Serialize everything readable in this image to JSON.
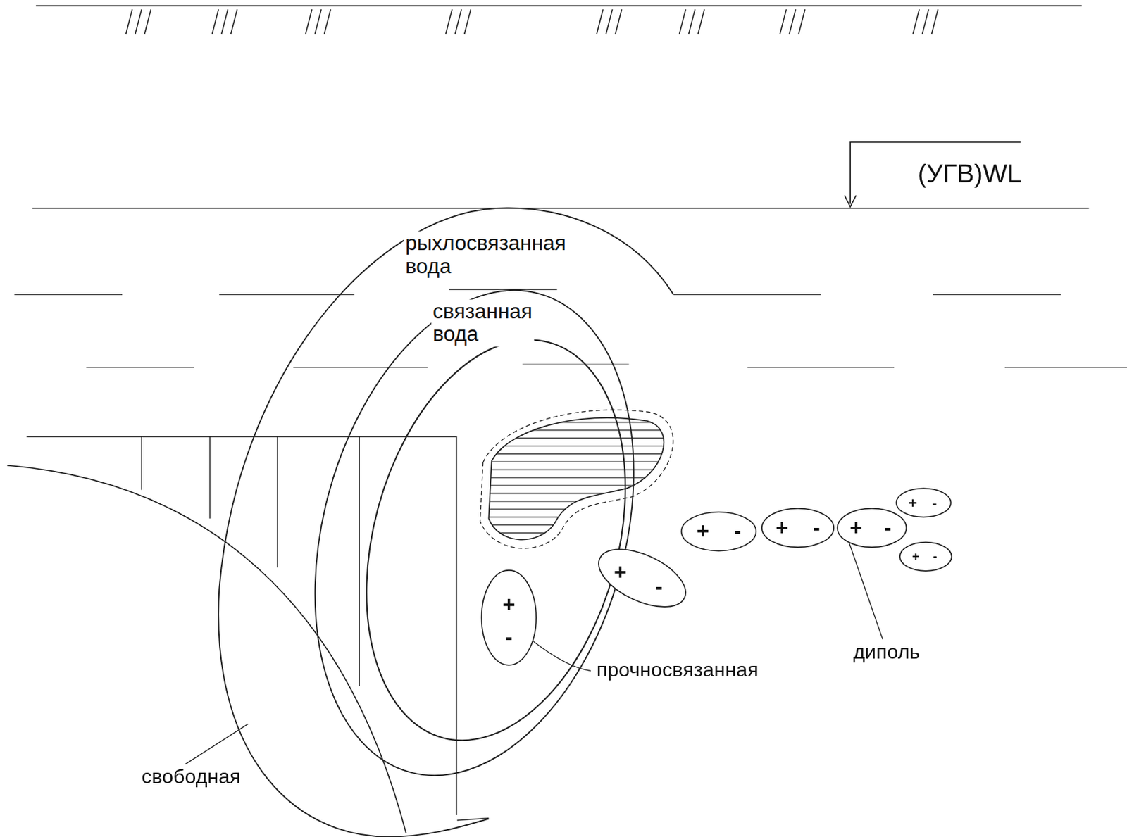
{
  "diagram": {
    "nodes": [
      {
        "text": [
          "рыхлосвязанная вода"
        ]
      },
      {
        "text": [
          "связанная вода"
        ],
        "in": 0
      },
      {
        "text": [
          "+",
          "-"
        ]
      },
      {
        "text": [
          "+",
          "-"
        ]
      },
      {
        "text": [
          "+",
          "-"
        ]
      },
      {
        "text": [
          "+",
          "-"
        ]
      },
      {
        "text": [
          "+",
          "-"
        ]
      },
      {
        "text": [
          "+",
          "-"
        ]
      },
      {
        "text": [
          "+",
          "-"
        ],
        "in": 1
      }
    ],
    "labels": [
      "(УГВ)WL",
      "прочносвязанная",
      "диполь",
      "свободная"
    ]
  }
}
